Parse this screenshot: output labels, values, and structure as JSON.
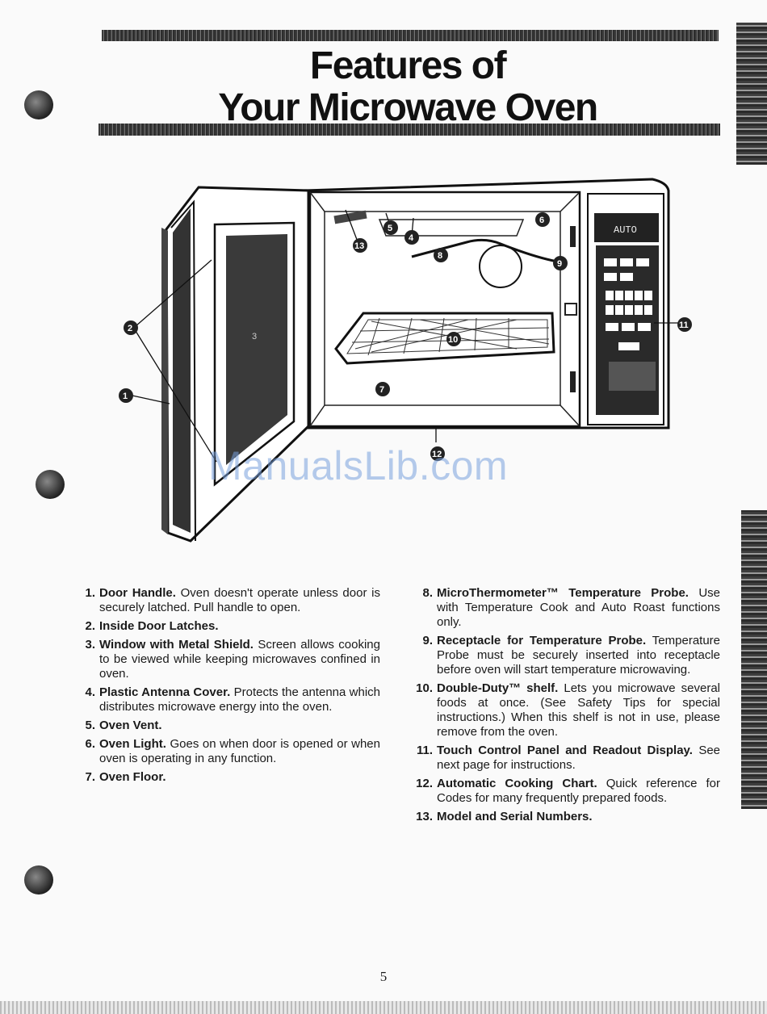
{
  "header": {
    "title_line1": "Features of",
    "title_line2": "Your Microwave Oven"
  },
  "illustration": {
    "door_label": "3",
    "display_text": "AUTO",
    "callouts": [
      "1",
      "2",
      "3",
      "4",
      "5",
      "6",
      "7",
      "8",
      "9",
      "10",
      "11",
      "12",
      "13"
    ]
  },
  "watermark": "ManualsLib.com",
  "features_left": [
    {
      "num": "1.",
      "term": "Door Handle.",
      "desc": "Oven doesn't operate unless door is securely latched. Pull handle to open."
    },
    {
      "num": "2.",
      "term": "Inside Door Latches.",
      "desc": ""
    },
    {
      "num": "3.",
      "term": "Window with Metal Shield.",
      "desc": "Screen allows cooking to be viewed while keeping microwaves confined in oven."
    },
    {
      "num": "4.",
      "term": "Plastic Antenna Cover.",
      "desc": "Protects the antenna which distributes microwave energy into the oven."
    },
    {
      "num": "5.",
      "term": "Oven Vent.",
      "desc": ""
    },
    {
      "num": "6.",
      "term": "Oven Light.",
      "desc": "Goes on when door is opened or when oven is operating in any function."
    },
    {
      "num": "7.",
      "term": "Oven Floor.",
      "desc": ""
    }
  ],
  "features_right": [
    {
      "num": "8.",
      "term": "MicroThermometer™ Temperature Probe.",
      "desc": "Use with Temperature Cook and Auto Roast functions only."
    },
    {
      "num": "9.",
      "term": "Receptacle for Temperature Probe.",
      "desc": "Temperature Probe must be securely inserted into receptacle before oven will start temperature microwaving."
    },
    {
      "num": "10.",
      "term": "Double-Duty™ shelf.",
      "desc": "Lets you microwave several foods at once. (See Safety Tips for special instructions.) When this shelf is not in use, please remove from the oven."
    },
    {
      "num": "11.",
      "term": "Touch Control Panel and Readout Display.",
      "desc": "See next page for instructions."
    },
    {
      "num": "12.",
      "term": "Automatic Cooking Chart.",
      "desc": "Quick reference for Codes for many frequently prepared foods."
    },
    {
      "num": "13.",
      "term": "Model and Serial Numbers.",
      "desc": ""
    }
  ],
  "page_number": "5"
}
